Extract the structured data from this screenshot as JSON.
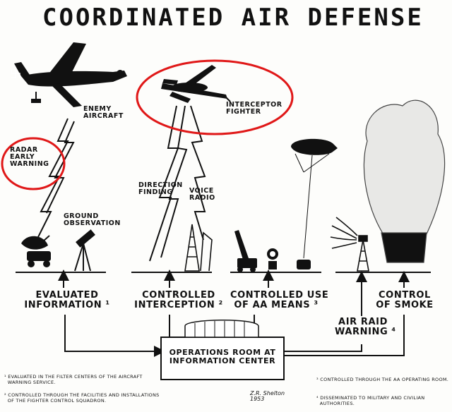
{
  "title": "COORDINATED AIR DEFENSE",
  "labels": {
    "enemy_aircraft": "ENEMY\nAIRCRAFT",
    "radar_early_warning": "RADAR\nEARLY\nWARNING",
    "interceptor_fighter": "INTERCEPTOR\nFIGHTER",
    "direction_finding": "DIRECTION\nFINDING",
    "voice_radio": "VOICE\nRADIO",
    "ground_observation": "GROUND\nOBSERVATION"
  },
  "functions": {
    "evaluated_information": "EVALUATED\nINFORMATION ¹",
    "controlled_interception": "CONTROLLED\nINTERCEPTION ²",
    "controlled_use_aa": "CONTROLLED USE\nOF AA MEANS ³",
    "control_of_smoke": "CONTROL\nOF SMOKE",
    "air_raid_warning": "AIR RAID\nWARNING ⁴"
  },
  "center": {
    "operations_room": "OPERATIONS ROOM AT\nINFORMATION CENTER"
  },
  "footnotes": {
    "n1": "¹ EVALUATED IN THE FILTER CENTERS OF THE AIRCRAFT\n  WARNING SERVICE.",
    "n2": "² CONTROLLED THROUGH THE FACILITIES AND INSTALLATIONS\n  OF THE FIGHTER CONTROL SQUADRON.",
    "n3": "³ CONTROLLED THROUGH THE AA OPERATING ROOM.",
    "n4": "⁴ DISSEMINATED TO MILITARY AND CIVILIAN\n  AUTHORITIES."
  },
  "signature": "Z.R. Shelton\n1953",
  "colors": {
    "ink": "#111111",
    "paper": "#fdfdfb",
    "highlight": "#e01818"
  },
  "icons": [
    "enemy-bomber-icon",
    "interceptor-fighter-icon",
    "radar-dish-icon",
    "telescope-icon",
    "radio-tower-icon",
    "aa-gun-icon",
    "searchlight-icon",
    "barrage-balloon-icon",
    "siren-tower-icon",
    "smoke-cloud-icon",
    "operations-building-icon"
  ]
}
